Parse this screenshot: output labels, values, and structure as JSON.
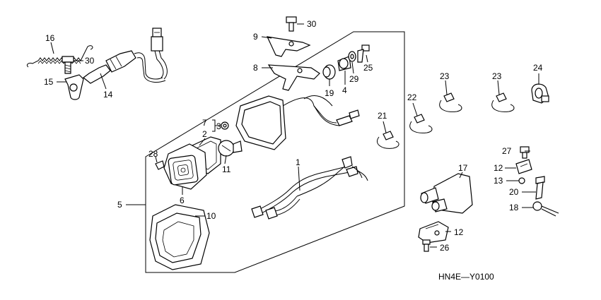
{
  "diagram": {
    "code": "HN4E—Y0100",
    "callouts": [
      {
        "id": "c1",
        "text": "1"
      },
      {
        "id": "c2",
        "text": "2"
      },
      {
        "id": "c3",
        "text": "3"
      },
      {
        "id": "c4",
        "text": "4"
      },
      {
        "id": "c5",
        "text": "5"
      },
      {
        "id": "c6",
        "text": "6"
      },
      {
        "id": "c7",
        "text": "7"
      },
      {
        "id": "c8",
        "text": "8"
      },
      {
        "id": "c9",
        "text": "9"
      },
      {
        "id": "c10",
        "text": "10"
      },
      {
        "id": "c11",
        "text": "11"
      },
      {
        "id": "c12a",
        "text": "12"
      },
      {
        "id": "c12b",
        "text": "12"
      },
      {
        "id": "c13",
        "text": "13"
      },
      {
        "id": "c14",
        "text": "14"
      },
      {
        "id": "c15",
        "text": "15"
      },
      {
        "id": "c16",
        "text": "16"
      },
      {
        "id": "c17",
        "text": "17"
      },
      {
        "id": "c18",
        "text": "18"
      },
      {
        "id": "c19",
        "text": "19"
      },
      {
        "id": "c20",
        "text": "20"
      },
      {
        "id": "c21",
        "text": "21"
      },
      {
        "id": "c22",
        "text": "22"
      },
      {
        "id": "c23a",
        "text": "23"
      },
      {
        "id": "c23b",
        "text": "23"
      },
      {
        "id": "c24",
        "text": "24"
      },
      {
        "id": "c25",
        "text": "25"
      },
      {
        "id": "c26",
        "text": "26"
      },
      {
        "id": "c27",
        "text": "27"
      },
      {
        "id": "c28",
        "text": "28"
      },
      {
        "id": "c29",
        "text": "29"
      },
      {
        "id": "c30a",
        "text": "30"
      },
      {
        "id": "c30b",
        "text": "30"
      }
    ]
  }
}
